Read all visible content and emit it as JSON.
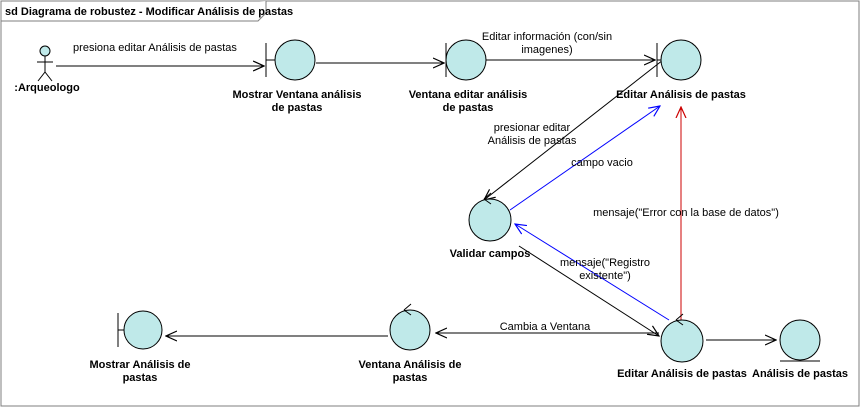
{
  "frame": {
    "title": "sd Diagrama de robustez - Modificar Análisis de pastas"
  },
  "colors": {
    "object_fill": "#bfe9e9",
    "object_stroke": "#000000",
    "line_default": "#000000",
    "line_blue": "#0000ff",
    "line_red": "#cc0000"
  },
  "elements": [
    {
      "id": "actor",
      "kind": "actor",
      "label": ":Arqueologo"
    },
    {
      "id": "mostrar_ventana",
      "kind": "boundary",
      "label_lines": [
        "Mostrar Ventana análisis",
        "de pastas"
      ]
    },
    {
      "id": "ventana_editar",
      "kind": "boundary",
      "label_lines": [
        "Ventana editar análisis",
        "de pastas"
      ]
    },
    {
      "id": "editar_top",
      "kind": "boundary",
      "label_lines": [
        "Editar Análisis de pastas"
      ]
    },
    {
      "id": "validar",
      "kind": "control",
      "label_lines": [
        "Validar campos"
      ]
    },
    {
      "id": "mostrar_analisis",
      "kind": "boundary",
      "label_lines": [
        "Mostrar Análisis de",
        "pastas"
      ]
    },
    {
      "id": "ventana_analisis",
      "kind": "control",
      "label_lines": [
        "Ventana Análisis de",
        "pastas"
      ]
    },
    {
      "id": "editar_bottom",
      "kind": "control",
      "label_lines": [
        "Editar Análisis de pastas"
      ]
    },
    {
      "id": "analisis",
      "kind": "entity",
      "label_lines": [
        "Análisis de pastas"
      ]
    }
  ],
  "messages": [
    {
      "id": "m1",
      "label_lines": [
        "presiona editar Análisis de pastas"
      ],
      "color": "black"
    },
    {
      "id": "m2",
      "label_lines": [],
      "color": "black"
    },
    {
      "id": "m3",
      "label_lines": [
        "Editar información (con/sin",
        "imagenes)"
      ],
      "color": "black"
    },
    {
      "id": "m4",
      "label_lines": [
        "presionar editar",
        "Análisis de pastas"
      ],
      "color": "black"
    },
    {
      "id": "m5",
      "label_lines": [
        "campo vacio"
      ],
      "color": "blue"
    },
    {
      "id": "m6",
      "label_lines": [
        "mensaje(\"Error con la base de datos\")"
      ],
      "color": "red"
    },
    {
      "id": "m7",
      "label_lines": [
        "mensaje(\"Registro",
        "existente\")"
      ],
      "color": "blue"
    },
    {
      "id": "m8",
      "label_lines": [],
      "color": "black"
    },
    {
      "id": "m9",
      "label_lines": [],
      "color": "black"
    },
    {
      "id": "m10",
      "label_lines": [
        "Cambia a Ventana"
      ],
      "color": "black"
    },
    {
      "id": "m11",
      "label_lines": [],
      "color": "black"
    }
  ]
}
